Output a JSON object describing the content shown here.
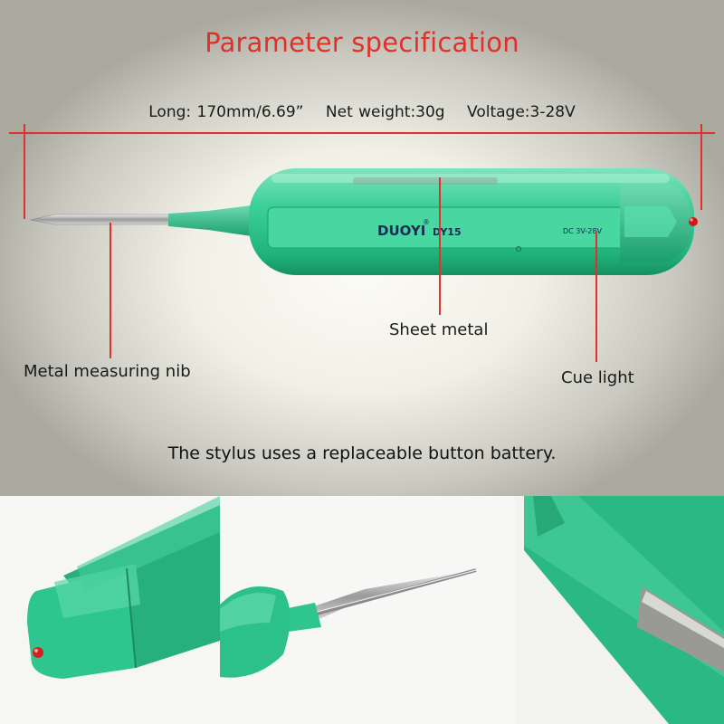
{
  "title": "Parameter specification",
  "specs": {
    "length": "Long: 170mm/6.69”",
    "weight": "Net weight:30g",
    "voltage": "Voltage:3-28V"
  },
  "product": {
    "brand": "DUOYI",
    "registered_mark": "®",
    "model": "DY15",
    "rating": "DC 3V-28V"
  },
  "callouts": {
    "sheet_metal": "Sheet metal",
    "nib": "Metal measuring nib",
    "cue_light": "Cue light"
  },
  "note": "The stylus uses a replaceable button battery.",
  "colors": {
    "title": "#e0302a",
    "leader_lines": "#e03030",
    "body_green": "#2fc58e",
    "cue_light": "#d01818"
  }
}
